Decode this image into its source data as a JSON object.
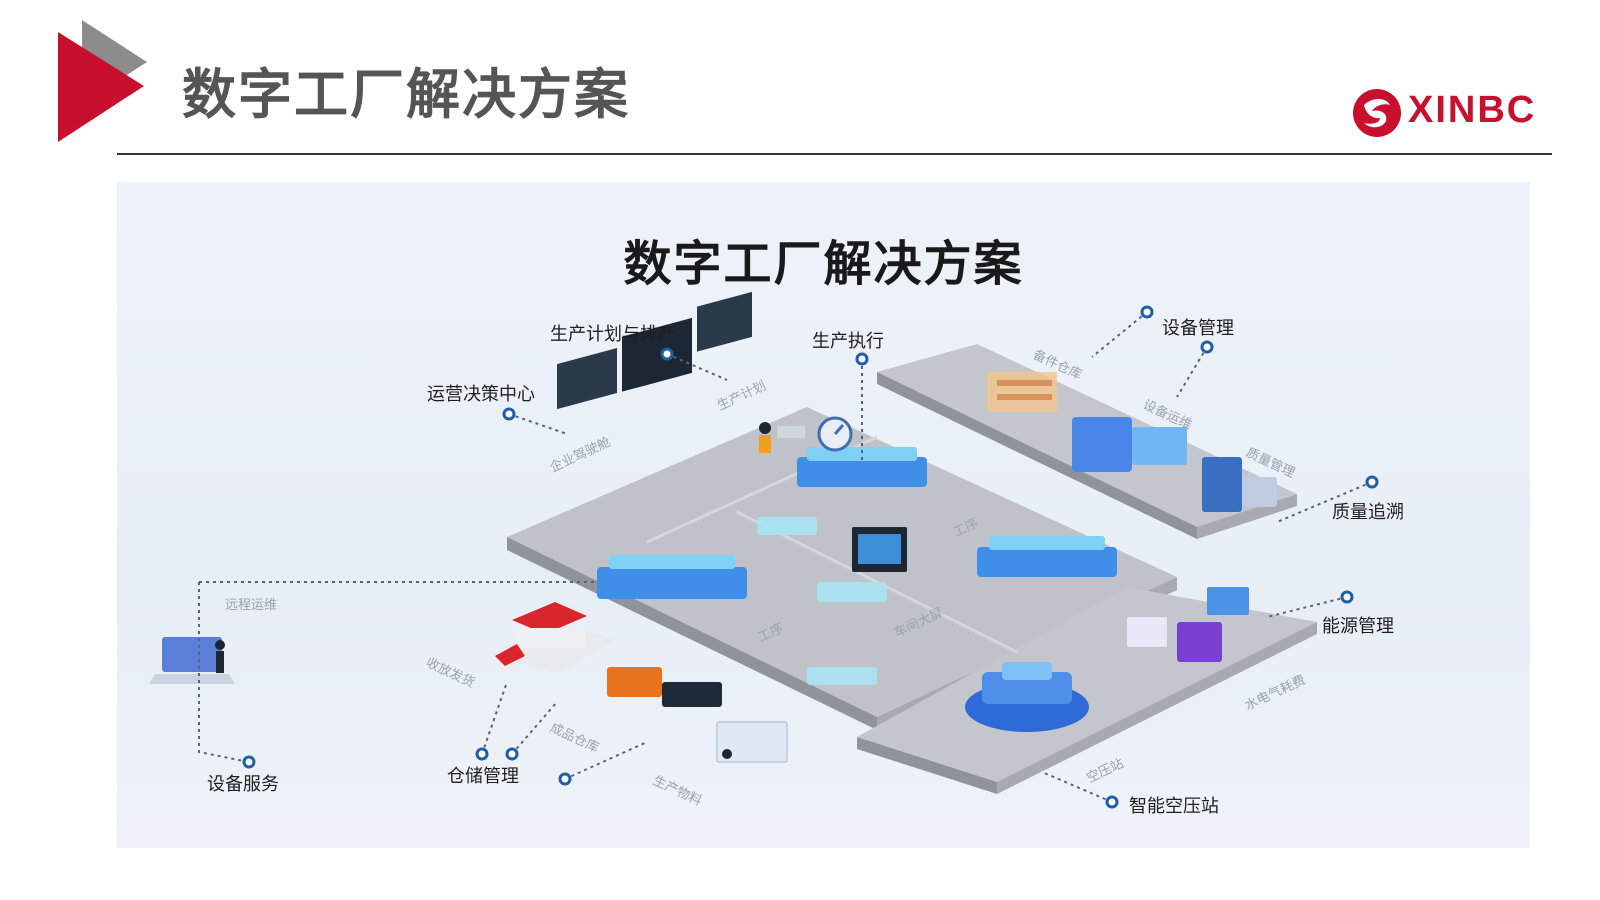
{
  "slide": {
    "title": "数字工厂解决方案",
    "brand": "XINBC",
    "accent_red": "#c8102e",
    "accent_gray": "#8c8c8c"
  },
  "diagram": {
    "title": "数字工厂解决方案",
    "labels": {
      "ops_center": "运营决策中心",
      "production_plan": "生产计划与排产",
      "production_exec": "生产执行",
      "equipment_mgmt": "设备管理",
      "quality_trace": "质量追溯",
      "energy_mgmt": "能源管理",
      "smart_air_station": "智能空压站",
      "warehouse_mgmt": "仓储管理",
      "equipment_service": "设备服务"
    },
    "sublabels": {
      "enterprise_cockpit": "企业驾驶舱",
      "plan": "生产计划",
      "spare_parts": "备件仓库",
      "equipment_ops": "设备运维",
      "quality_mgmt": "质量管理",
      "process_1": "工序",
      "process_2": "工序",
      "workshop_screen": "车间大屏",
      "remote_ops": "远程运维",
      "receive_ship": "收放发货",
      "finished_goods": "成品仓库",
      "materials": "生产物料",
      "utilities": "水电气耗费",
      "compressor": "空压站"
    },
    "colors": {
      "platform": "#b9bcc2",
      "platform_edge": "#8f939a",
      "machine": "#3f8ee8",
      "machine_light": "#7fd0f5",
      "connector": "#1f5fa8",
      "warehouse_roof": "#d9262c",
      "orange_equipment": "#e8731c",
      "purple_block": "#7b3fd1"
    }
  }
}
